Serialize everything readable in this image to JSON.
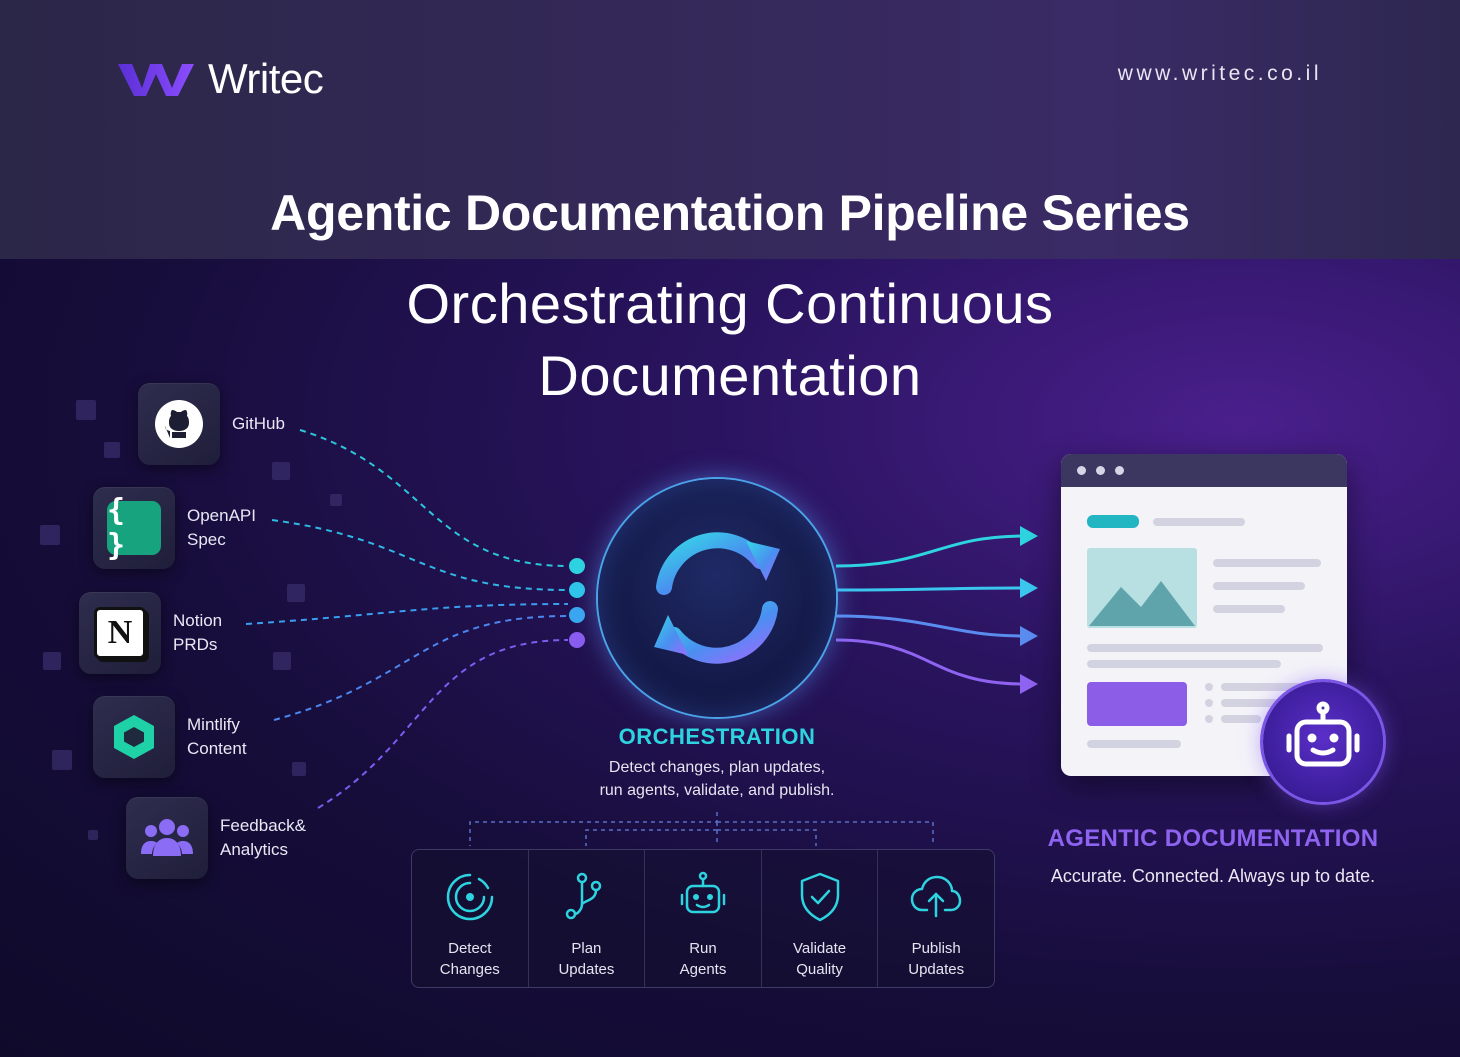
{
  "brand": {
    "name": "Writec",
    "website": "www.writec.co.il",
    "logo_icon": "w-logo-icon"
  },
  "titles": {
    "series": "Agentic Documentation Pipeline Series",
    "main_line1": "Orchestrating Continuous",
    "main_line2": "Documentation"
  },
  "sources": [
    {
      "line1": "GitHub",
      "line2": "",
      "icon": "github-icon"
    },
    {
      "line1": "OpenAPI",
      "line2": "Spec",
      "icon": "braces-icon"
    },
    {
      "line1": "Notion",
      "line2": "PRDs",
      "icon": "notion-icon"
    },
    {
      "line1": "Mintlify",
      "line2": "Content",
      "icon": "mintlify-icon"
    },
    {
      "line1": "Feedback&",
      "line2": "Analytics",
      "icon": "users-icon"
    }
  ],
  "orchestration": {
    "title": "ORCHESTRATION",
    "desc_line1": "Detect changes, plan updates,",
    "desc_line2": "run agents, validate, and publish.",
    "icon": "sync-icon"
  },
  "steps": [
    {
      "line1": "Detect",
      "line2": "Changes",
      "icon": "radar-icon"
    },
    {
      "line1": "Plan",
      "line2": "Updates",
      "icon": "branch-icon"
    },
    {
      "line1": "Run",
      "line2": "Agents",
      "icon": "robot-icon"
    },
    {
      "line1": "Validate",
      "line2": "Quality",
      "icon": "shield-check-icon"
    },
    {
      "line1": "Publish",
      "line2": "Updates",
      "icon": "cloud-upload-icon"
    }
  ],
  "output": {
    "title": "AGENTIC DOCUMENTATION",
    "desc": "Accurate. Connected. Always up to date.",
    "icon": "robot-icon"
  },
  "colors": {
    "accent_teal": "#2ed3e0",
    "accent_blue": "#4a8ff0",
    "accent_purple": "#8e63f0",
    "background": "#160d3a"
  }
}
